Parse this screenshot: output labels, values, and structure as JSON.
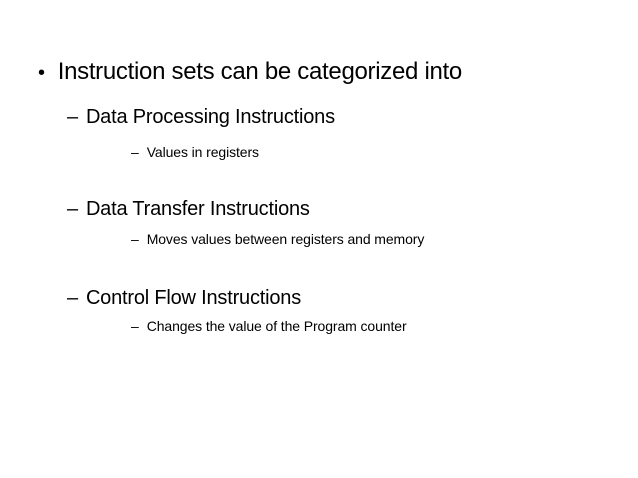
{
  "slide": {
    "background_color": "#ffffff",
    "text_color": "#000000",
    "bullet_glyph": "•",
    "dash_glyph": "–",
    "main_bullet": {
      "text": "Instruction sets can be categorized into"
    },
    "items": [
      {
        "heading": "Data Processing Instructions",
        "detail": "Values in registers"
      },
      {
        "heading": "Data Transfer Instructions",
        "detail": "Moves values between registers and memory"
      },
      {
        "heading": "Control Flow Instructions",
        "detail": "Changes the value of the Program counter"
      }
    ]
  }
}
